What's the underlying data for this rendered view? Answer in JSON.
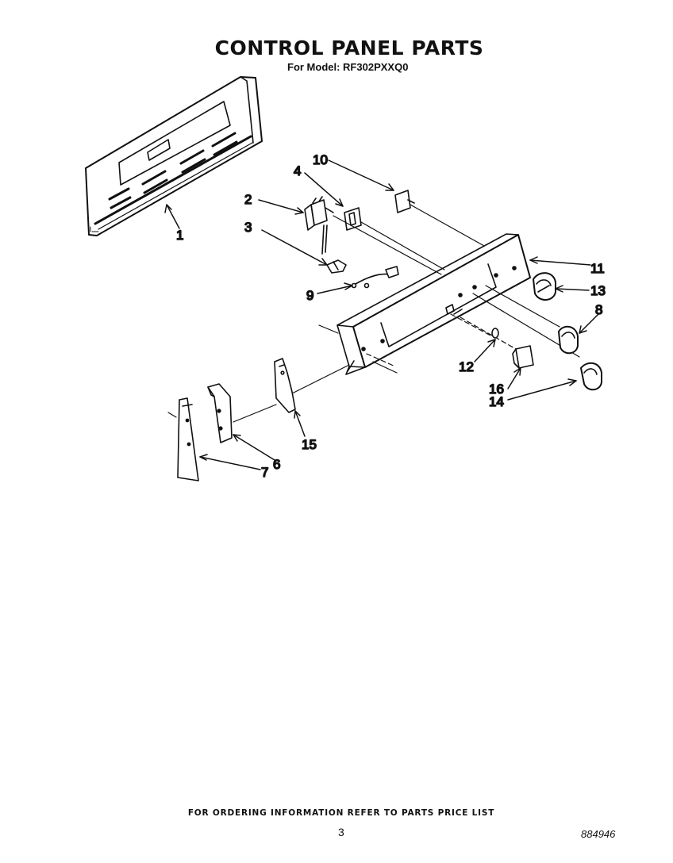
{
  "header": {
    "title": "CONTROL PANEL PARTS",
    "model_line": "For Model: RF302PXXQ0"
  },
  "callouts": [
    "1",
    "2",
    "3",
    "4",
    "6",
    "7",
    "8",
    "9",
    "10",
    "11",
    "12",
    "13",
    "14",
    "15",
    "16"
  ],
  "footer": {
    "ordering_note": "FOR ORDERING INFORMATION REFER TO PARTS PRICE LIST",
    "page_number": "3",
    "document_number": "884946"
  }
}
